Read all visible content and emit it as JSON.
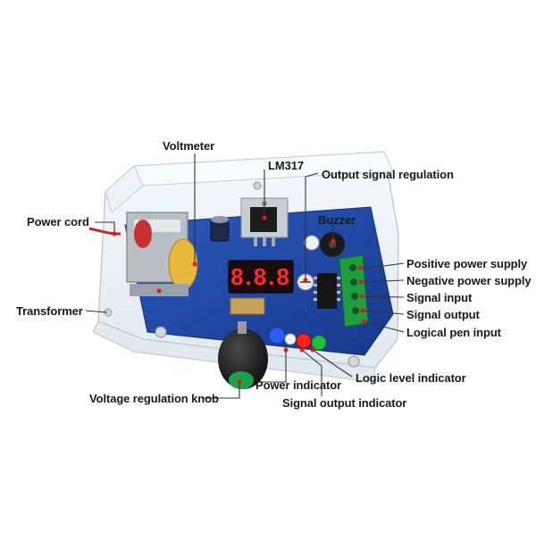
{
  "labels": {
    "voltmeter": "Voltmeter",
    "lm317": "LM317",
    "output_signal_regulation": "Output signal regulation",
    "power_cord": "Power cord",
    "buzzer": "Buzzer",
    "positive_power_supply": "Positive power supply",
    "negative_power_supply": "Negative power supply",
    "signal_input": "Signal input",
    "signal_output": "Signal output",
    "logical_pen_input": "Logical pen input",
    "transformer": "Transformer",
    "logic_level_indicator": "Logic level indicator",
    "power_indicator": "Power indicator",
    "voltage_regulation_knob": "Voltage regulation knob",
    "signal_output_indicator": "Signal output indicator"
  },
  "display": {
    "digits": "8.8.8"
  },
  "colors": {
    "pcb": "#1f4aa8",
    "display_red": "#ff2a2a",
    "led_blue": "#2a5cff",
    "led_red": "#ff2020",
    "led_green": "#21c23a",
    "terminal_green": "#1f9e3f",
    "transformer_yellow": "#e8b83a",
    "leader_line": "#333333",
    "pointer_dot": "#e01818"
  },
  "icons": [
    "transformer-icon",
    "lm317-regulator-icon",
    "buzzer-icon",
    "knob-icon",
    "terminal-block-icon",
    "led-icon"
  ]
}
